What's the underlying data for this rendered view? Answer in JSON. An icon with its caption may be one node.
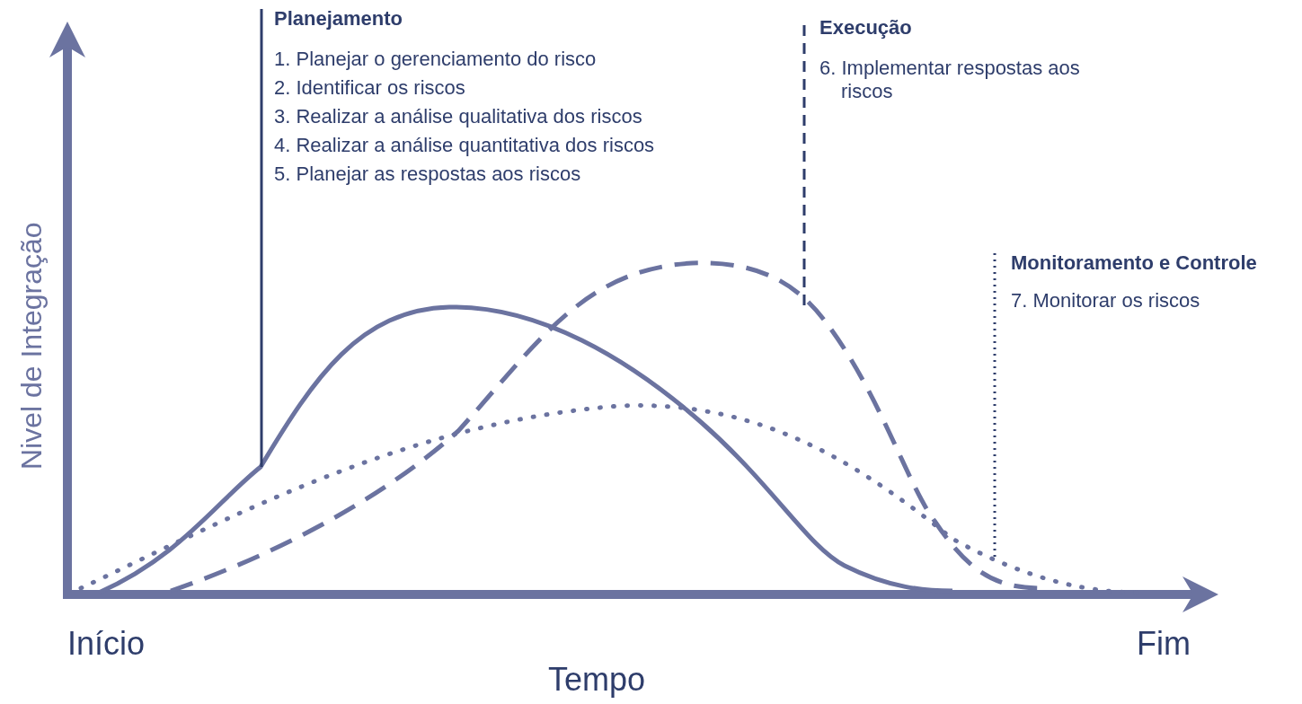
{
  "diagram": {
    "labels": [
      "Nivel de Integração",
      "Planejamento",
      "1. Planejar o gerenciamento do risco",
      "2. Identificar os riscos",
      "3. Realizar a análise qualitativa dos riscos",
      "4. Realizar a análise quantitativa dos riscos",
      "5. Planejar as respostas aos riscos",
      "Execução",
      "6. Implementar respostas aos riscos",
      "Monitoramento e Controle",
      "7. Monitorar os riscos",
      "Início",
      "Tempo",
      "Fim"
    ]
  }
}
